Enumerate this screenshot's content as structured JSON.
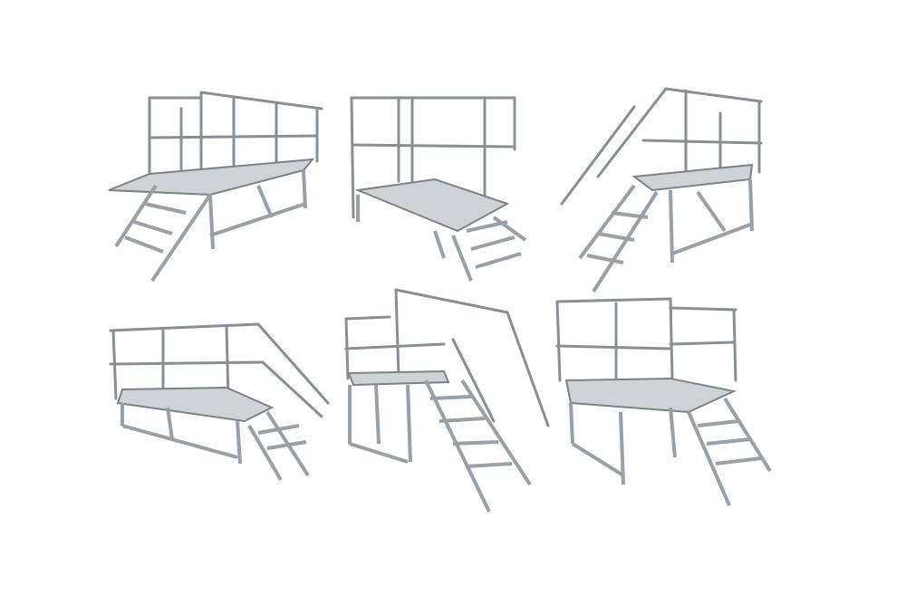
{
  "image": {
    "background": "#ffffff",
    "metal_light": "#e6e8ea",
    "metal_mid": "#b9bdc1",
    "metal_dark": "#6e7378",
    "deck": "#cfd3d6",
    "subjects": [
      {
        "kind": "aluminum-work-platform",
        "variant": "long-deck-side-stairs-rear-guardrail"
      },
      {
        "kind": "aluminum-work-platform",
        "variant": "short-deck-front-stairs-u-guardrail"
      },
      {
        "kind": "aluminum-work-platform",
        "variant": "deck-with-handrail-stairs"
      },
      {
        "kind": "aluminum-work-platform",
        "variant": "long-deck-end-stairs-full-guardrail"
      },
      {
        "kind": "aluminum-work-platform",
        "variant": "tall-deck-front-stairs-double-handrail"
      },
      {
        "kind": "aluminum-work-platform",
        "variant": "square-deck-side-stairs-clamp-guardrail"
      }
    ]
  }
}
